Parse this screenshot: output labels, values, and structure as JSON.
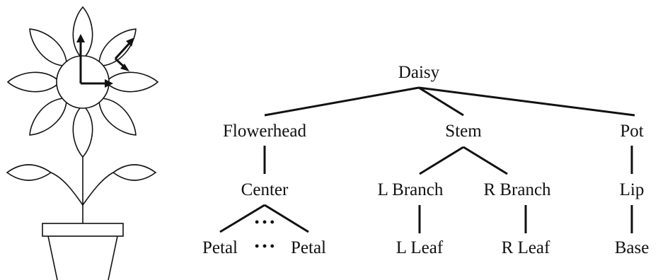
{
  "tree": {
    "root": "Daisy",
    "children": {
      "flowerhead": "Flowerhead",
      "stem": "Stem",
      "pot": "Pot"
    },
    "level2": {
      "center": "Center",
      "l_branch": "L Branch",
      "r_branch": "R Branch",
      "lip": "Lip"
    },
    "level3": {
      "petal_left": "Petal",
      "ellipsis_mid": "• • •",
      "ellipsis_top": "• • •",
      "petal_right": "Petal",
      "l_leaf": "L Leaf",
      "r_leaf": "R Leaf",
      "base": "Base"
    }
  },
  "illustration": {
    "subject": "daisy-in-pot",
    "petal_count": 8,
    "leaf_count": 2
  }
}
